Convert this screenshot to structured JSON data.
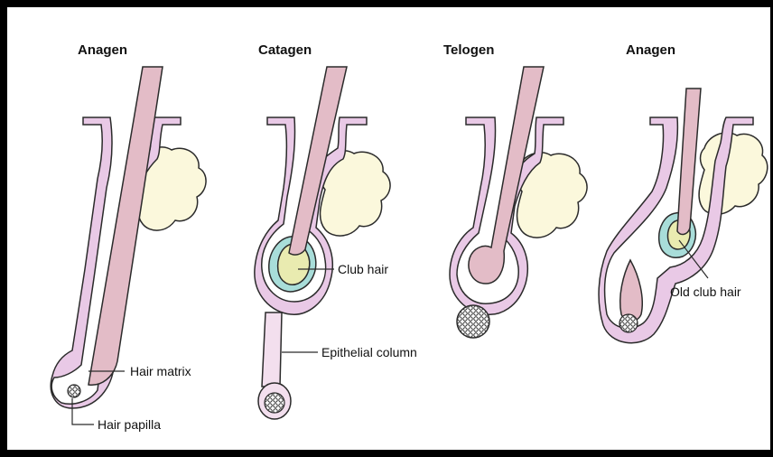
{
  "stages": [
    {
      "title": "Anagen"
    },
    {
      "title": "Catagen"
    },
    {
      "title": "Telogen"
    },
    {
      "title": "Anagen"
    }
  ],
  "labels": {
    "hair_matrix": "Hair matrix",
    "hair_papilla": "Hair papilla",
    "club_hair": "Club hair",
    "epithelial_column": "Epithelial column",
    "old_club_hair": "Old club hair"
  },
  "colors": {
    "follicle_sheath": "#e9c9e6",
    "hair_shaft": "#e3bcc7",
    "sebaceous_gland": "#fbf8dc",
    "club_ring": "#a8ddd9",
    "club_hair": "#e9ebb0",
    "outline": "#2b2b2b"
  }
}
